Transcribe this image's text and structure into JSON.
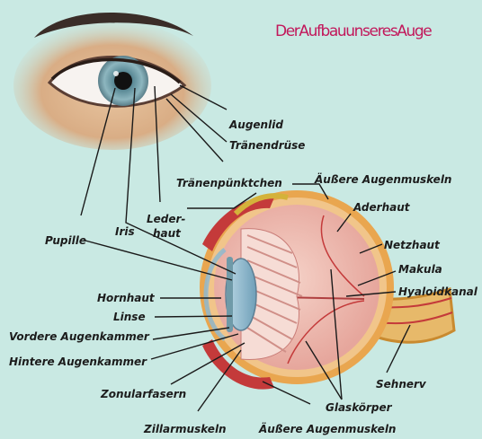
{
  "title": "DerAufbauunseresAuge",
  "colors": {
    "background": "#c9e9e3",
    "title": "#c2185b",
    "sclera": "#f4b7b7",
    "muscle": "#c43a3a",
    "lens": "#8fb8cf",
    "iris": "#6f9aa8"
  },
  "labels": {
    "augenlid": "Augenlid",
    "traenendruese": "Tränendrüse",
    "traenenpuenktchen": "Tränenpünktchen",
    "aeussere_augenmuskeln_top": "Äußere Augenmuskeln",
    "lederhaut_1": "Leder-",
    "lederhaut_2": "haut",
    "aderhaut": "Aderhaut",
    "iris": "Iris",
    "pupille": "Pupille",
    "netzhaut": "Netzhaut",
    "makula": "Makula",
    "hyaloidkanal": "Hyaloidkanal",
    "hornhaut": "Hornhaut",
    "linse": "Linse",
    "vordere_augenkammer": "Vordere Augenkammer",
    "hintere_augenkammer": "Hintere Augenkammer",
    "zonularfasern": "Zonularfasern",
    "zillarmuskeln": "Zillarmuskeln",
    "aeussere_augenmuskeln_bottom": "Äußere Augenmuskeln",
    "sehnerv": "Sehnerv",
    "glaskoerper": "Glaskörper"
  }
}
